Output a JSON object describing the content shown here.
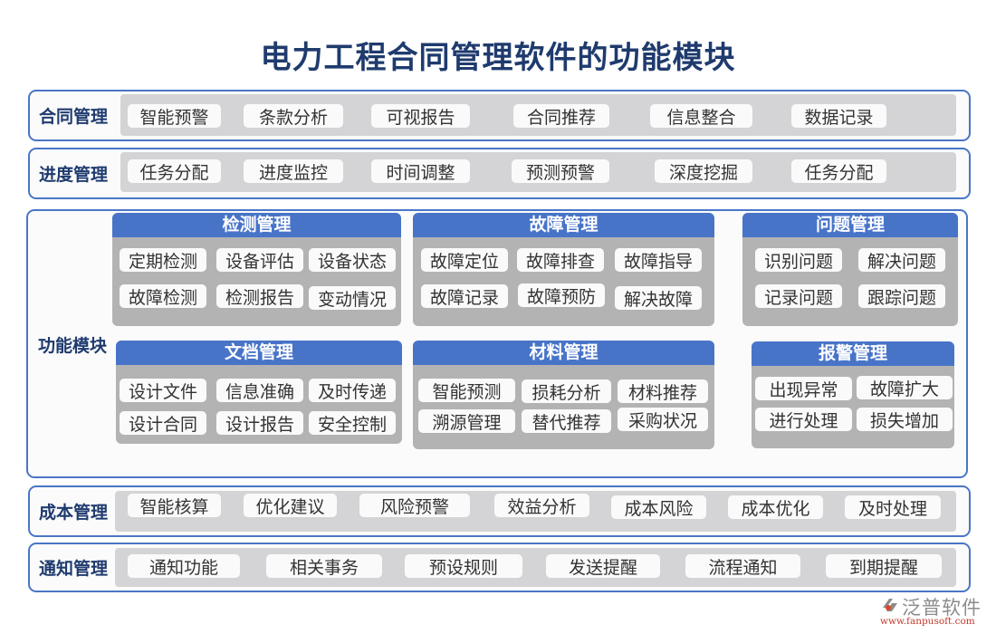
{
  "title": "电力工程合同管理软件的功能模块",
  "rows": {
    "contract": {
      "label": "合同管理",
      "items": [
        "智能预警",
        "条款分析",
        "可视报告",
        "合同推荐",
        "信息整合",
        "数据记录"
      ]
    },
    "progress": {
      "label": "进度管理",
      "items": [
        "任务分配",
        "进度监控",
        "时间调整",
        "预测预警",
        "深度挖掘",
        "任务分配"
      ]
    },
    "cost": {
      "label": "成本管理",
      "items": [
        "智能核算",
        "优化建议",
        "风险预警",
        "效益分析",
        "成本风险",
        "成本优化",
        "及时处理"
      ]
    },
    "notice": {
      "label": "通知管理",
      "items": [
        "通知功能",
        "相关事务",
        "预设规则",
        "发送提醒",
        "流程通知",
        "到期提醒"
      ]
    }
  },
  "functions": {
    "label": "功能模块",
    "modules": {
      "inspection": {
        "title": "检测管理",
        "items": [
          "定期检测",
          "设备评估",
          "设备状态",
          "故障检测",
          "检测报告",
          "变动情况"
        ]
      },
      "fault": {
        "title": "故障管理",
        "items": [
          "故障定位",
          "故障排查",
          "故障指导",
          "故障记录",
          "故障预防",
          "解决故障"
        ]
      },
      "problem": {
        "title": "问题管理",
        "items": [
          "识别问题",
          "解决问题",
          "记录问题",
          "跟踪问题"
        ]
      },
      "document": {
        "title": "文档管理",
        "items": [
          "设计文件",
          "信息准确",
          "及时传递",
          "设计合同",
          "设计报告",
          "安全控制"
        ]
      },
      "material": {
        "title": "材料管理",
        "items": [
          "智能预测",
          "损耗分析",
          "材料推荐",
          "溯源管理",
          "替代推荐",
          "采购状况"
        ]
      },
      "alarm": {
        "title": "报警管理",
        "items": [
          "出现异常",
          "故障扩大",
          "进行处理",
          "损失增加"
        ]
      }
    }
  },
  "logo": {
    "name": "泛普软件",
    "url": "www.fanpusoft.com"
  },
  "colors": {
    "title": "#1f3b6e",
    "border": "#4a76c6",
    "module_header": "#4874c8",
    "module_body": "#b3b3b3",
    "track": "#d4d4d6",
    "chip": "#fafafa"
  }
}
